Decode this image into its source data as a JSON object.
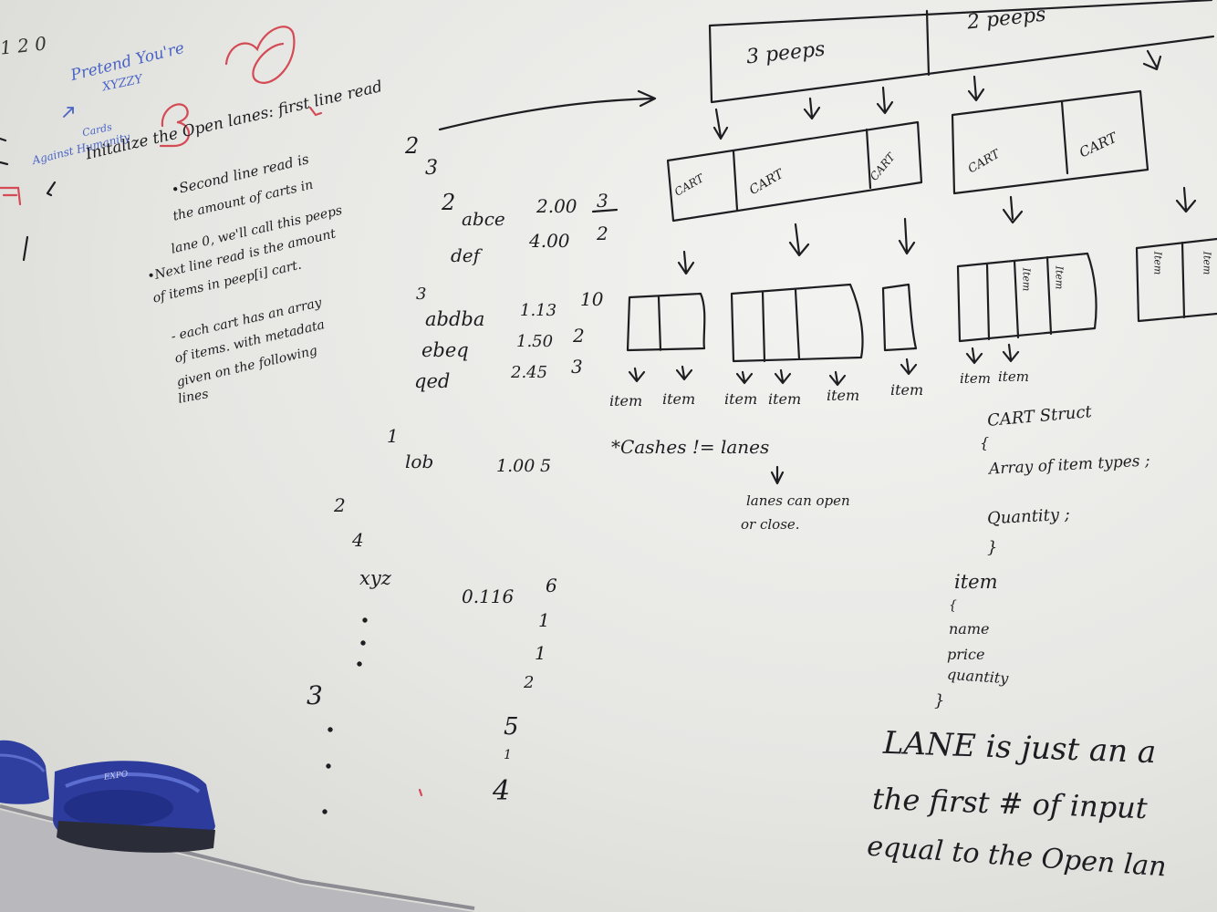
{
  "colors": {
    "board": "#eeeeec",
    "ink": "#1e1e22",
    "blue_marker": "#4a64c6",
    "red_marker": "#d44a55",
    "eraser": "#2f3fa0"
  },
  "topleft": {
    "nums": "1 2 0",
    "pretend": "Pretend You're",
    "xyzzy": "XYZZY",
    "cards": "Cards",
    "against": "Against Humanity"
  },
  "notes": {
    "line1": "Initalize the Open lanes: first line read",
    "line2": "•Second line read is",
    "line3": "the amount of carts in",
    "line4": "lane 0, we'll call this peeps",
    "line5": "•Next line read is the amount",
    "line6": "of items in peep[i] cart.",
    "line7": "- each cart has an array",
    "line8": "of items. with metadata",
    "line9": "given on the following",
    "line10": "lines"
  },
  "input": {
    "n2": "2",
    "n3": "3",
    "n2b": "2",
    "r1_name": "abce",
    "r1_price": "2.00",
    "r1_qty": "3",
    "r2_name": "def",
    "r2_price": "4.00",
    "r2_qty": "2",
    "n3b": "3",
    "r3_name": "abdba",
    "r3_price": "1.13",
    "r3_qty": "10",
    "r4_name": "ebeq",
    "r4_price": "1.50",
    "r4_qty": "2",
    "r5_name": "qed",
    "r5_price": "2.45",
    "r5_qty": "3",
    "n1": "1",
    "r6_name": "lob",
    "r6_price": "1.00",
    "r6_qty": "5",
    "n2c": "2",
    "n4": "4",
    "r7_name": "xyz",
    "r7_price": "0.116",
    "r7_qty": "6",
    "c1": "1",
    "c2": "1",
    "c3": "2",
    "n3c": "3",
    "c5": "5",
    "c6": "1",
    "c7": "4"
  },
  "diagram": {
    "peeps3": "3 peeps",
    "peeps2": "2 peeps",
    "cart": "CART",
    "item": "item",
    "item_vertical": "Item",
    "cashiers": "*Cashes != lanes",
    "lanes_can_open": "lanes can open",
    "or_close": "or close."
  },
  "struct": {
    "cart_struct": "CART Struct",
    "brace_open": "{",
    "array_of": "Array of item types ;",
    "quantity": "Quantity ;",
    "brace_close": "}",
    "item": "item",
    "brace_open2": "{",
    "name": "name",
    "price": "price",
    "quantity2": "quantity",
    "brace_close2": "}"
  },
  "bottom": {
    "lane_line": "LANE is just an a",
    "first_line": "the first # of input",
    "equal_line": "equal to the Open lan"
  },
  "eraser_brand": "EXPO"
}
